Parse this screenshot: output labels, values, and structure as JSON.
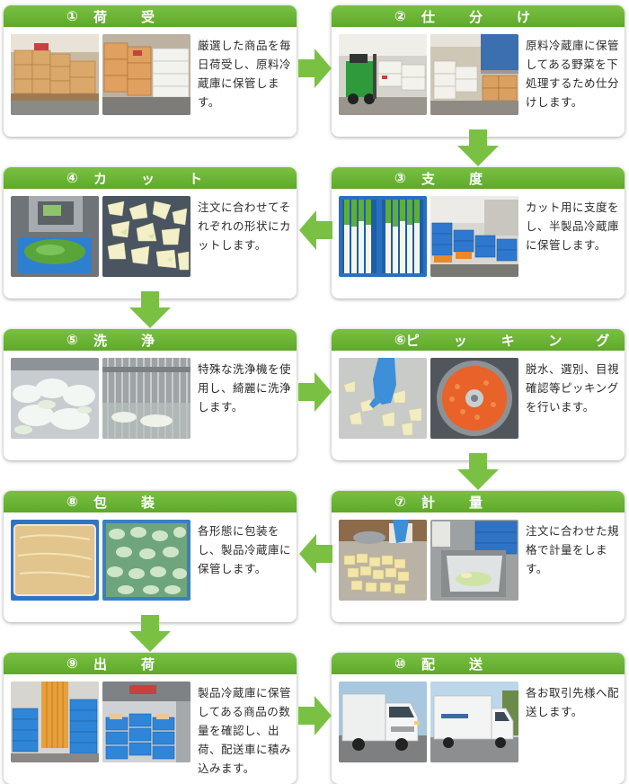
{
  "colors": {
    "header_green": "#6cb535",
    "arrow_green": "#7ac143"
  },
  "steps": [
    {
      "num": "①",
      "title": "荷受",
      "desc": "厳選した商品を毎日荷受し、原料冷蔵庫に保管します。",
      "photos": [
        "warehouse-boxes-photo",
        "stacked-boxes-photo"
      ]
    },
    {
      "num": "②",
      "title": "仕分け",
      "desc": "原料冷蔵庫に保管してある野菜を下処理するため仕分けします。",
      "photos": [
        "forklift-photo",
        "storage-racks-photo"
      ]
    },
    {
      "num": "③",
      "title": "支度",
      "desc": "カット用に支度をし、半製品冷蔵庫に保管します。",
      "photos": [
        "green-onions-photo",
        "crate-storage-photo"
      ]
    },
    {
      "num": "④",
      "title": "カット",
      "desc": "注文に合わせてそれぞれの形状にカットします。",
      "photos": [
        "cutting-machine-photo",
        "cut-cabbage-photo"
      ]
    },
    {
      "num": "⑤",
      "title": "洗浄",
      "desc": "特殊な洗浄機を使用し、綺麗に洗浄します。",
      "photos": [
        "washing-water-photo",
        "washing-machine-photo"
      ]
    },
    {
      "num": "⑥",
      "title": "ピッキング",
      "desc": "脱水、選別、目視確認等ピッキングを行います。",
      "photos": [
        "gloved-hand-photo",
        "dehydrator-carrots-photo"
      ]
    },
    {
      "num": "⑦",
      "title": "計量",
      "desc": "注文に合わせた規格で計量をします。",
      "photos": [
        "weighing-table-photo",
        "scale-bag-photo"
      ]
    },
    {
      "num": "⑧",
      "title": "包装",
      "desc": "各形態に包装をし、製品冷蔵庫に保管します。",
      "photos": [
        "packaged-bag-photo",
        "packaged-vegetables-photo"
      ]
    },
    {
      "num": "⑨",
      "title": "出荷",
      "desc": "製品冷蔵庫に保管してある商品の数量を確認し、出荷、配送車に積み込みます。",
      "photos": [
        "shipping-crates-photo",
        "truck-loading-photo"
      ]
    },
    {
      "num": "⑩",
      "title": "配送",
      "desc": "各お取引先様へ配送します。",
      "photos": [
        "delivery-truck-front-photo",
        "delivery-truck-side-photo"
      ]
    }
  ]
}
